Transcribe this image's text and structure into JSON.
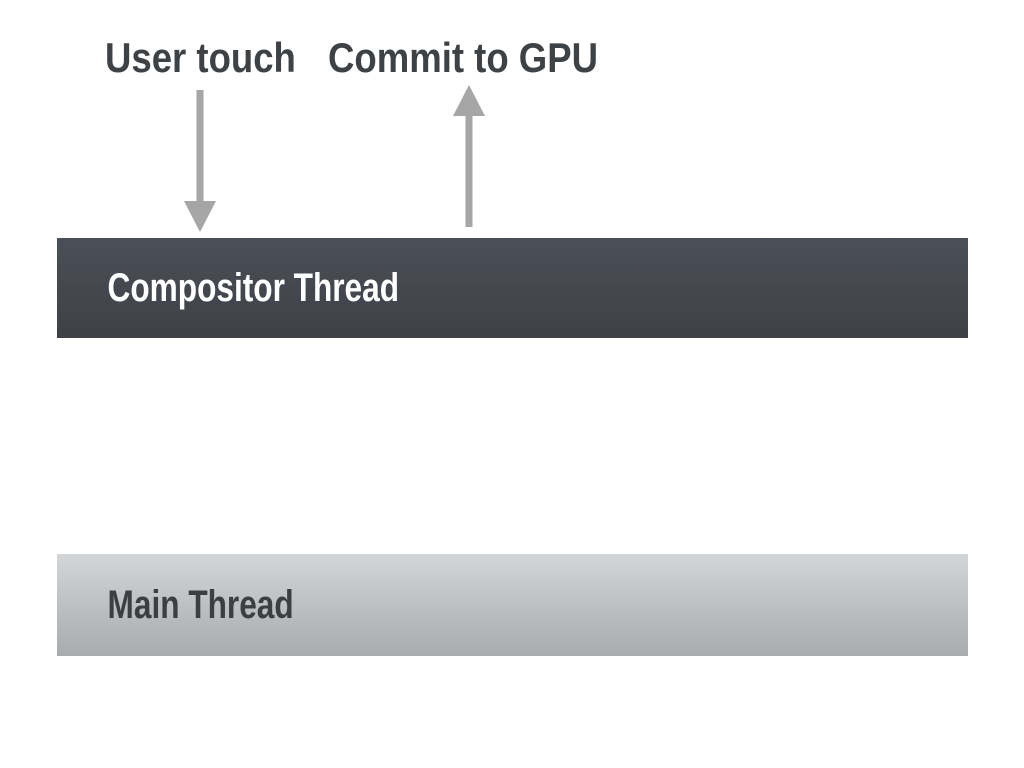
{
  "diagram": {
    "background_color": "#ffffff",
    "annotations": {
      "user_touch": {
        "label": "User touch"
      },
      "commit_to_gpu": {
        "label": "Commit to GPU"
      }
    },
    "arrows": [
      {
        "name": "user-touch-down-arrow",
        "direction": "down",
        "color": "#a6a6a6",
        "points_to": "Compositor Thread"
      },
      {
        "name": "commit-to-gpu-up-arrow",
        "direction": "up",
        "color": "#a6a6a6",
        "points_from": "Compositor Thread"
      }
    ],
    "threads": {
      "compositor": {
        "label": "Compositor Thread",
        "text_color": "#ffffff",
        "gradient_top": "#4b4f57",
        "gradient_bottom": "#3e4146"
      },
      "main": {
        "label": "Main Thread",
        "text_color": "#3b3f42",
        "gradient_top": "#d3d5d7",
        "gradient_bottom": "#a8acad"
      }
    },
    "colors": {
      "annotation_text": "#3f4245",
      "arrow": "#a6a6a6"
    }
  }
}
